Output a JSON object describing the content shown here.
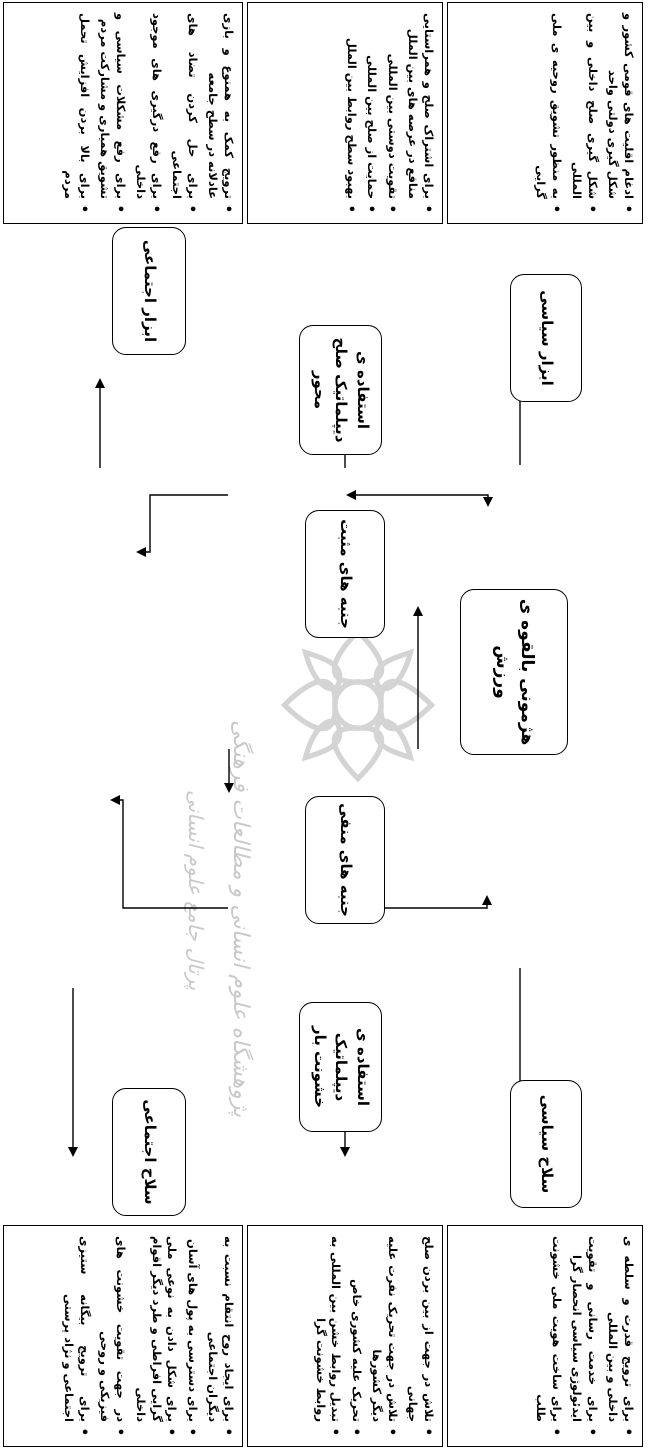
{
  "center": {
    "label": "هژمونی بالقوه ی ورزش"
  },
  "aspects": {
    "negative": "جنبه های منفی",
    "positive": "جنبه های مثبت"
  },
  "negative_tools": [
    {
      "label": "سلاح سیاسی"
    },
    {
      "label": "استفاده ی دیپلماتیک خشونت بار"
    },
    {
      "label": "سلاح اجتماعی"
    }
  ],
  "positive_tools": [
    {
      "label": "ابزار سیاسی"
    },
    {
      "label": "استفاده ی دیپلماتیک صلح محور"
    },
    {
      "label": "ابزار اجتماعی"
    }
  ],
  "negative_details": [
    {
      "items": [
        "برای ترویج قدرت و سلطه ی داخلی و بین المللی",
        "برای خدمت رسانی و تقویت ایدئولوژی سیاسی انحصار گرا",
        "برای ساخت هویت ملی خشونت طلب"
      ]
    },
    {
      "items": [
        "تلاش در جهت از بین بردن صلح جهانی",
        "تلاش در جهت تحریک نفرت علیه دیگر کشورها",
        "تحریک علیه کشوری خاص",
        "تبدیل روابط خشن بین المللی به روابط خشونت گرا"
      ]
    },
    {
      "items": [
        "برای ایجاد روح انتقام نسبت به دیگران اجتماعی",
        "برای دسترسی به پول های آسان",
        "برای شکل دادن به نوعی ملی گرایی افراطی و طرد دیگر اقوام داخلی",
        "در جهت تقویت خشونت های فیزیکی و روحی",
        "برای ترویج بیگانه ستیزی اجتماعی و نژاد پرستی"
      ]
    }
  ],
  "positive_details": [
    {
      "items": [
        "ادغام اقلیت های قومی کشور و شکل گیری دولتی واحد",
        "شکل گیری صلح داخلی و بین المللی",
        "به منظور تشویق روحیه ی ملی گرایی"
      ]
    },
    {
      "items": [
        "برای اشتراک صلح و همراستایی منافع در عرصه های بین الملل",
        "تقویت دوستی بین المللی",
        "حمایت از صلح بین المللی",
        "بهبود سطح روابط بین الملل"
      ]
    },
    {
      "items": [
        "ترویج کمک به همنوع و بازی عادلانه در سطح جامعه",
        "برای حل کردن تضاد های اجتماعی",
        "برای رفع درگیری های موجود داخلی",
        "برای رفع مشکلات سیاسی و تشویق همیاری و مشارکت مردم",
        "برای بالا بردن افزایش تحمل مردم"
      ]
    }
  ],
  "watermark": {
    "line1": "پژوهشگاه علوم انسانی و مطالعات فرهنگی",
    "line2": "پرتال جامع علوم انسانی"
  }
}
